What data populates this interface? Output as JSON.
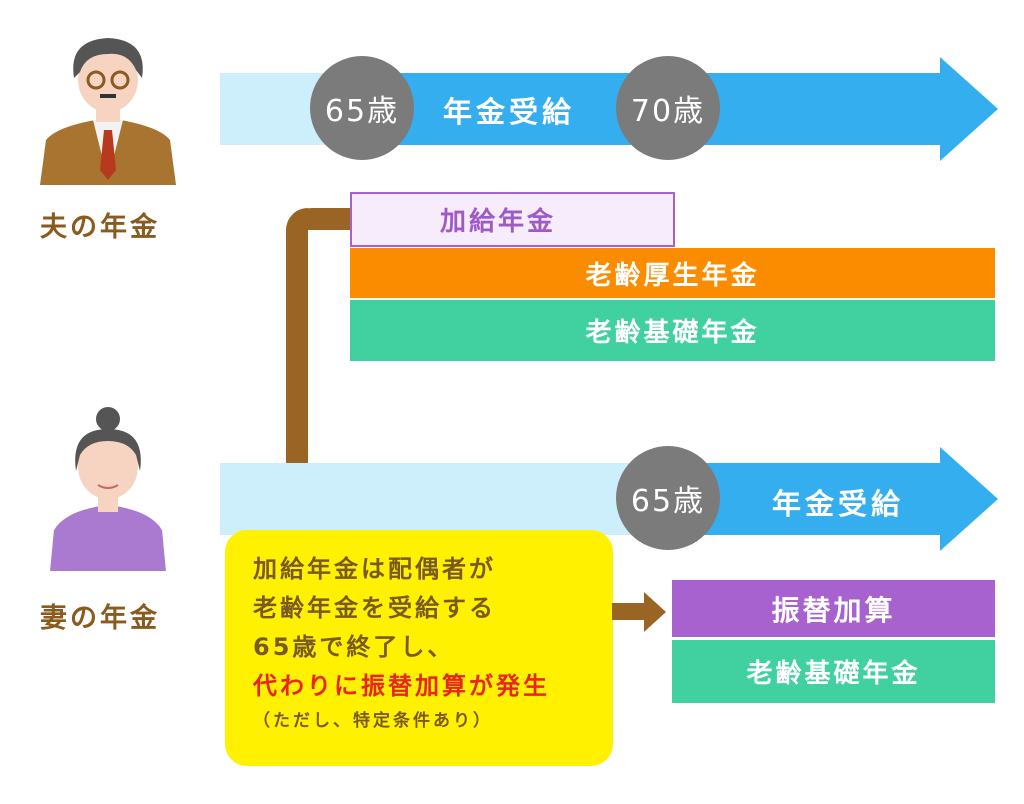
{
  "husband": {
    "label": "夫の年金",
    "age_start": "65歳",
    "age_end": "70歳",
    "bar_label": "年金受給"
  },
  "husband_pensions": {
    "kakyu": "加給年金",
    "kosei": "老齢厚生年金",
    "kiso": "老齢基礎年金"
  },
  "wife": {
    "label": "妻の年金",
    "age_start": "65歳",
    "bar_label": "年金受給"
  },
  "wife_pensions": {
    "furikae": "振替加算",
    "kiso": "老齢基礎年金"
  },
  "note": {
    "line1": "加給年金は配偶者が",
    "line2": "老齢年金を受給する",
    "line3": "65歳で終了し、",
    "line4": "代わりに振替加算が発生",
    "line5": "（ただし、特定条件あり）"
  },
  "colors": {
    "blue": "#35aef0",
    "light_blue": "#cdeefb",
    "orange": "#fb8c00",
    "green": "#41d0a0",
    "purple": "#a862d0",
    "yellow": "#fff100",
    "brown": "#9a6524",
    "red": "#e8251f"
  }
}
